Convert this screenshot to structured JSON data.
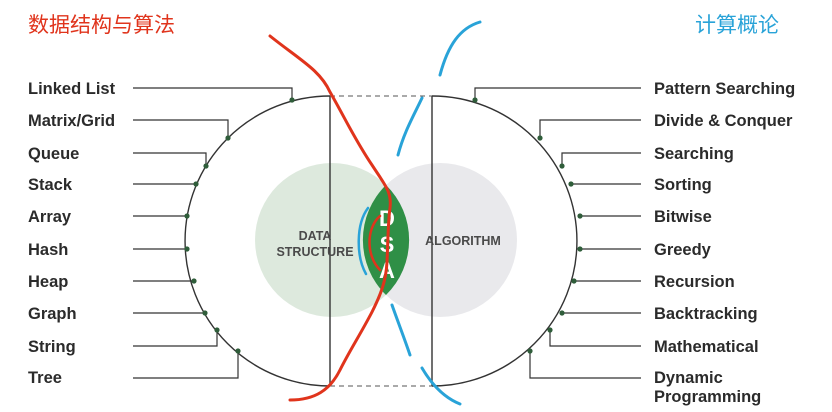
{
  "annotations": {
    "left_note": "数据结构与算法",
    "right_note": "计算概论",
    "left_color": "#e0341c",
    "right_color": "#29a3d8"
  },
  "venn": {
    "left_label_line1": "DATA",
    "left_label_line2": "STRUCTURE",
    "right_label": "ALGORITHM",
    "center_letters": [
      "D",
      "S",
      "A"
    ],
    "left_color": "#dde9dd",
    "right_color": "#e9e9ec",
    "center_color": "#2f8f46"
  },
  "data_structures": [
    "Linked List",
    "Matrix/Grid",
    "Queue",
    "Stack",
    "Array",
    "Hash",
    "Heap",
    "Graph",
    "String",
    "Tree"
  ],
  "algorithms": [
    "Pattern Searching",
    "Divide & Conquer",
    "Searching",
    "Sorting",
    "Bitwise",
    "Greedy",
    "Recursion",
    "Backtracking",
    "Mathematical",
    "Dynamic Programming"
  ]
}
